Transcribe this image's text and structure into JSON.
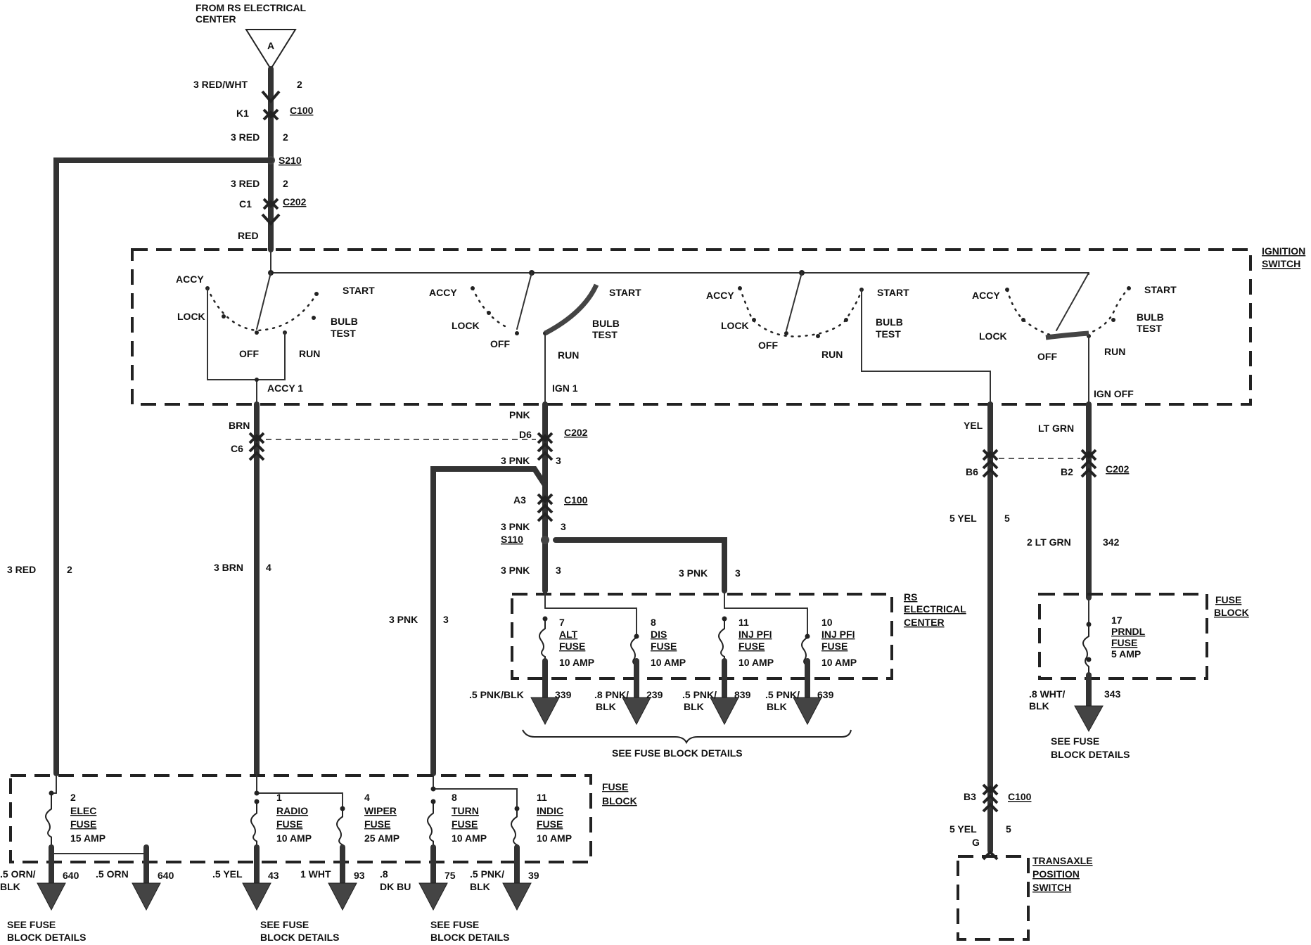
{
  "source": {
    "line1": "FROM RS ELECTRICAL",
    "line2": "CENTER",
    "tag": "A"
  },
  "top_wire": {
    "color": "3 RED/WHT",
    "circuit": "2"
  },
  "c100_top": {
    "pin": "K1",
    "name": "C100"
  },
  "red_after_c100": {
    "color": "3 RED",
    "circuit": "2"
  },
  "splice_s210": "S210",
  "red_after_s210": {
    "color": "3 RED",
    "circuit": "2"
  },
  "c202_top": {
    "pin": "C1",
    "name": "C202"
  },
  "red_in": "RED",
  "ignition_switch": {
    "line1": "IGNITION",
    "line2": "SWITCH"
  },
  "sections": [
    {
      "accy": "ACCY",
      "lock": "LOCK",
      "off": "OFF",
      "start": "START",
      "bulb1": "BULB",
      "bulb2": "TEST",
      "run": "RUN",
      "output": "ACCY 1"
    },
    {
      "accy": "ACCY",
      "lock": "LOCK",
      "off": "OFF",
      "start": "START",
      "bulb1": "BULB",
      "bulb2": "TEST",
      "run": "RUN",
      "output": "IGN 1"
    },
    {
      "accy": "ACCY",
      "lock": "LOCK",
      "off": "OFF",
      "start": "START",
      "bulb1": "BULB",
      "bulb2": "TEST",
      "run": "RUN",
      "output": ""
    },
    {
      "accy": "ACCY",
      "lock": "LOCK",
      "off": "OFF",
      "start": "START",
      "bulb1": "BULB",
      "bulb2": "TEST",
      "run": "RUN",
      "output": "IGN OFF"
    }
  ],
  "wires": {
    "brn": "BRN",
    "c6": "C6",
    "pnk": "PNK",
    "d6": "D6",
    "c202_mid": "C202",
    "pnk3_top": "3 PNK",
    "pnk3_top_num": "3",
    "a3": "A3",
    "c100_mid": "C100",
    "s110_color": "3 PNK",
    "s110_num": "3",
    "s110": "S110",
    "pnk3_below": "3 PNK",
    "pnk3_below_num": "3",
    "pnk3_right": "3 PNK",
    "pnk3_right_num": "3",
    "pnk3_left": "3 PNK",
    "pnk3_left_num": "3",
    "red3": "3 RED",
    "red3_num": "2",
    "brn3": "3 BRN",
    "brn3_num": "4",
    "yel": "YEL",
    "ltgrn": "LT GRN",
    "b6": "B6",
    "b2": "B2",
    "c202_right": "C202",
    "yel5": "5 YEL",
    "yel5_num": "5",
    "ltgrn2": "2 LT GRN",
    "ltgrn2_num": "342",
    "b3": "B3",
    "c100_right": "C100",
    "yel5b": "5 YEL",
    "yel5b_num": "5",
    "g": "G"
  },
  "rs_center": {
    "title1": "RS",
    "title2": "ELECTRICAL",
    "title3": "CENTER",
    "fuses": [
      {
        "num": "7",
        "l1": "ALT",
        "l2": "FUSE",
        "amp": "10 AMP"
      },
      {
        "num": "8",
        "l1": "DIS",
        "l2": "FUSE",
        "amp": "10 AMP"
      },
      {
        "num": "11",
        "l1": "INJ PFI",
        "l2": "FUSE",
        "amp": "10 AMP"
      },
      {
        "num": "10",
        "l1": "INJ PFI",
        "l2": "FUSE",
        "amp": "10 AMP"
      }
    ],
    "outputs": [
      {
        "c1": ".5 PNK/BLK",
        "c2": "",
        "num": "339"
      },
      {
        "c1": ".8 PNK/",
        "c2": "BLK",
        "num": "239"
      },
      {
        "c1": ".5 PNK/",
        "c2": "BLK",
        "num": "839"
      },
      {
        "c1": ".5 PNK/",
        "c2": "BLK",
        "num": "639"
      }
    ],
    "see": "SEE FUSE BLOCK DETAILS"
  },
  "prndl_block": {
    "title1": "FUSE",
    "title2": "BLOCK",
    "num": "17",
    "l1": "PRNDL",
    "l2": "FUSE",
    "amp": "5 AMP",
    "out_c1": ".8 WHT/",
    "out_c2": "BLK",
    "out_num": "343",
    "see1": "SEE FUSE",
    "see2": "BLOCK DETAILS"
  },
  "fuse_block": {
    "title1": "FUSE",
    "title2": "BLOCK",
    "fuses": [
      {
        "num": "2",
        "l1": "ELEC",
        "l2": "FUSE",
        "amp": "15 AMP"
      },
      {
        "num": "1",
        "l1": "RADIO",
        "l2": "FUSE",
        "amp": "10 AMP"
      },
      {
        "num": "4",
        "l1": "WIPER",
        "l2": "FUSE",
        "amp": "25 AMP"
      },
      {
        "num": "8",
        "l1": "TURN",
        "l2": "FUSE",
        "amp": "10 AMP"
      },
      {
        "num": "11",
        "l1": "INDIC",
        "l2": "FUSE",
        "amp": "10 AMP"
      }
    ],
    "outputs": [
      {
        "c1": ".5 ORN/",
        "c2": "BLK",
        "num": "640"
      },
      {
        "c1": ".5 ORN",
        "c2": "",
        "num": "640"
      },
      {
        "c1": ".5 YEL",
        "c2": "",
        "num": "43"
      },
      {
        "c1": "1 WHT",
        "c2": "",
        "num": "93"
      },
      {
        "c1": ".8",
        "c2": "DK BU",
        "num": "75"
      },
      {
        "c1": ".5 PNK/",
        "c2": "BLK",
        "num": "39"
      }
    ],
    "see": [
      {
        "l1": "SEE FUSE",
        "l2": "BLOCK DETAILS"
      },
      {
        "l1": "SEE FUSE",
        "l2": "BLOCK DETAILS"
      },
      {
        "l1": "SEE FUSE",
        "l2": "BLOCK DETAILS"
      }
    ]
  },
  "transaxle": {
    "l1": "TRANSAXLE",
    "l2": "POSITION",
    "l3": "SWITCH"
  }
}
